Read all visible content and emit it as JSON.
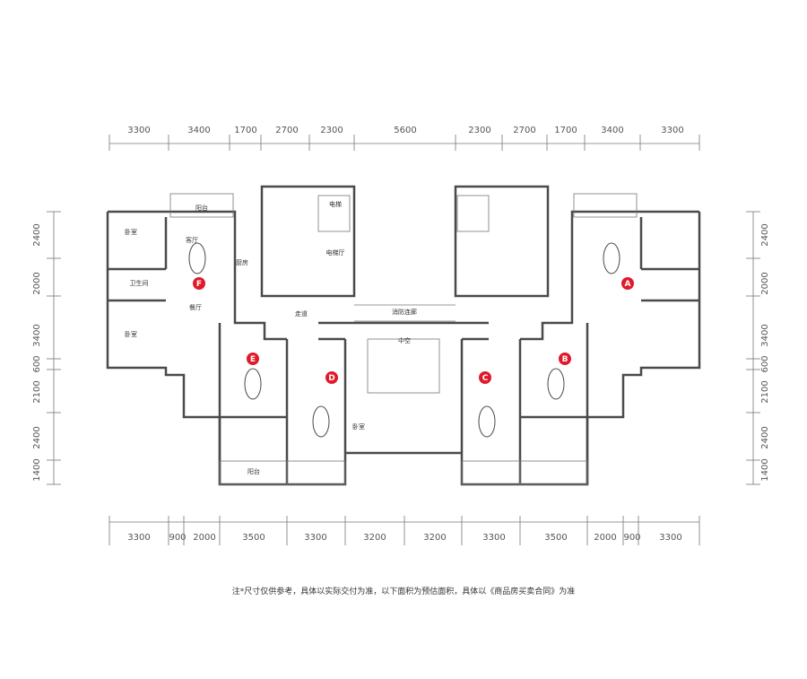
{
  "dimensions": {
    "top": [
      "3300",
      "3400",
      "1700",
      "2700",
      "2300",
      "5600",
      "2300",
      "2700",
      "1700",
      "3400",
      "3300"
    ],
    "bottom": [
      "3300",
      "900",
      "2000",
      "3500",
      "3300",
      "3200",
      "3200",
      "3300",
      "3500",
      "2000",
      "900",
      "3300"
    ],
    "left": [
      "2400",
      "2000",
      "3400",
      "600",
      "2100",
      "2400",
      "1400"
    ],
    "right": [
      "2400",
      "2000",
      "3400",
      "600",
      "2100",
      "2400",
      "1400"
    ]
  },
  "units": [
    "F",
    "A",
    "E",
    "D",
    "C",
    "B"
  ],
  "colors": {
    "wall": "#4a4a4a",
    "line": "#777777",
    "unit_marker": "#e01a2b"
  },
  "rooms": {
    "balcony": "阳台",
    "bedroom": "卧室",
    "bedroom_alt": "卧室",
    "bedroom_alt2": "卧室",
    "living": "客厅",
    "kitchen": "厨房",
    "bathroom": "卫生间",
    "dining": "餐厅",
    "elevator": "电梯",
    "elevator_hall": "电梯厅",
    "corridor": "走道",
    "fire_corridor": "消防连廊",
    "atrium": "中空"
  },
  "note": "注*尺寸仅供参考，具体以实际交付为准，以下面积为预估面积，具体以《商品房买卖合同》为准"
}
